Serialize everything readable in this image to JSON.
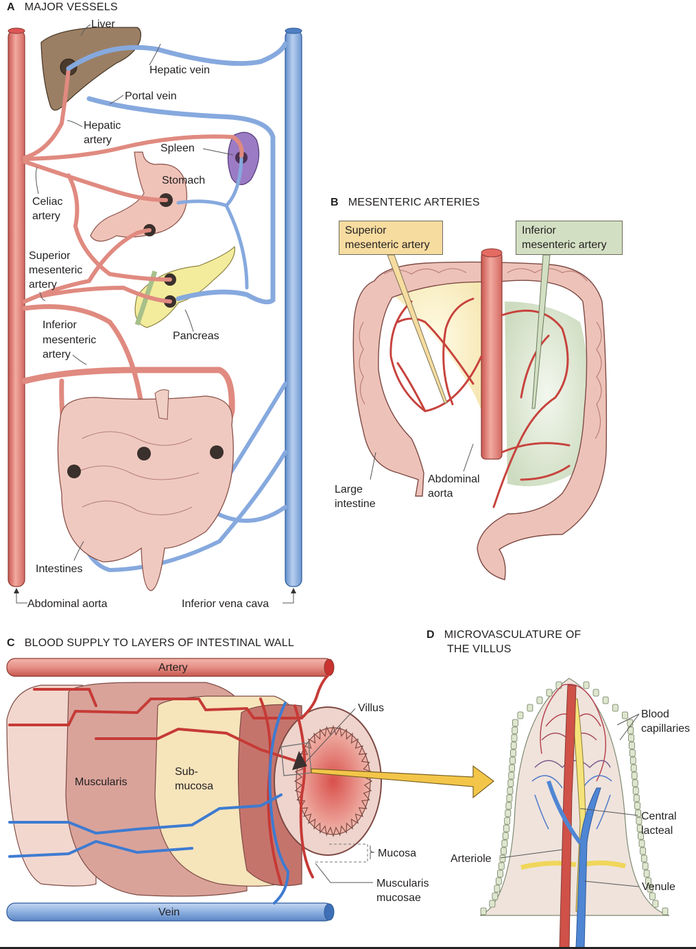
{
  "figure": {
    "panels": [
      {
        "letter": "A",
        "title": "MAJOR VESSELS",
        "labels": {
          "liver": "Liver",
          "hepatic_vein": "Hepatic vein",
          "portal_vein": "Portal vein",
          "hepatic_artery_1": "Hepatic",
          "hepatic_artery_2": "artery",
          "spleen": "Spleen",
          "stomach": "Stomach",
          "celiac_1": "Celiac",
          "celiac_2": "artery",
          "sma_1": "Superior",
          "sma_2": "mesenteric",
          "sma_3": "artery",
          "ima_1": "Inferior",
          "ima_2": "mesenteric",
          "ima_3": "artery",
          "pancreas": "Pancreas",
          "intestines": "Intestines",
          "abdominal_aorta": "Abdominal aorta",
          "ivc": "Inferior vena cava"
        }
      },
      {
        "letter": "B",
        "title": "MESENTERIC ARTERIES",
        "labels": {
          "sma_box_1": "Superior",
          "sma_box_2": "mesenteric artery",
          "ima_box_1": "Inferior",
          "ima_box_2": "mesenteric artery",
          "large_intestine_1": "Large",
          "large_intestine_2": "intestine",
          "abdominal_aorta_1": "Abdominal",
          "abdominal_aorta_2": "aorta"
        }
      },
      {
        "letter": "C",
        "title": "BLOOD SUPPLY TO LAYERS OF INTESTINAL WALL",
        "labels": {
          "artery": "Artery",
          "vein": "Vein",
          "villus": "Villus",
          "muscularis": "Muscularis",
          "submucosa_1": "Sub-",
          "submucosa_2": "mucosa",
          "mucosa": "Mucosa",
          "muscularis_mucosae_1": "Muscularis",
          "muscularis_mucosae_2": "mucosae"
        }
      },
      {
        "letter": "D",
        "title_1": "MICROVASCULATURE OF",
        "title_2": "THE VILLUS",
        "labels": {
          "blood_capillaries_1": "Blood",
          "blood_capillaries_2": "capillaries",
          "central_lacteal_1": "Central",
          "central_lacteal_2": "lacteal",
          "arteriole": "Arteriole",
          "venule": "Venule"
        }
      }
    ],
    "colors": {
      "artery": "#e07b70",
      "artery_dark": "#b8433c",
      "vein": "#7fa6dc",
      "vein_dark": "#3e6fb7",
      "liver": "#9c7f63",
      "spleen": "#9b7bc4",
      "intestine": "#ebbfb5",
      "pancreas": "#f3ec9c",
      "submucosa": "#f5e2b8",
      "lacteal": "#f5e37a",
      "villus_bg": "#efe3dc",
      "mesentery_sma": "#fbf3cf",
      "mesentery_ima": "#dfe8d3",
      "box_sma": "#f7dca0",
      "box_ima": "#d3dfc3"
    }
  }
}
